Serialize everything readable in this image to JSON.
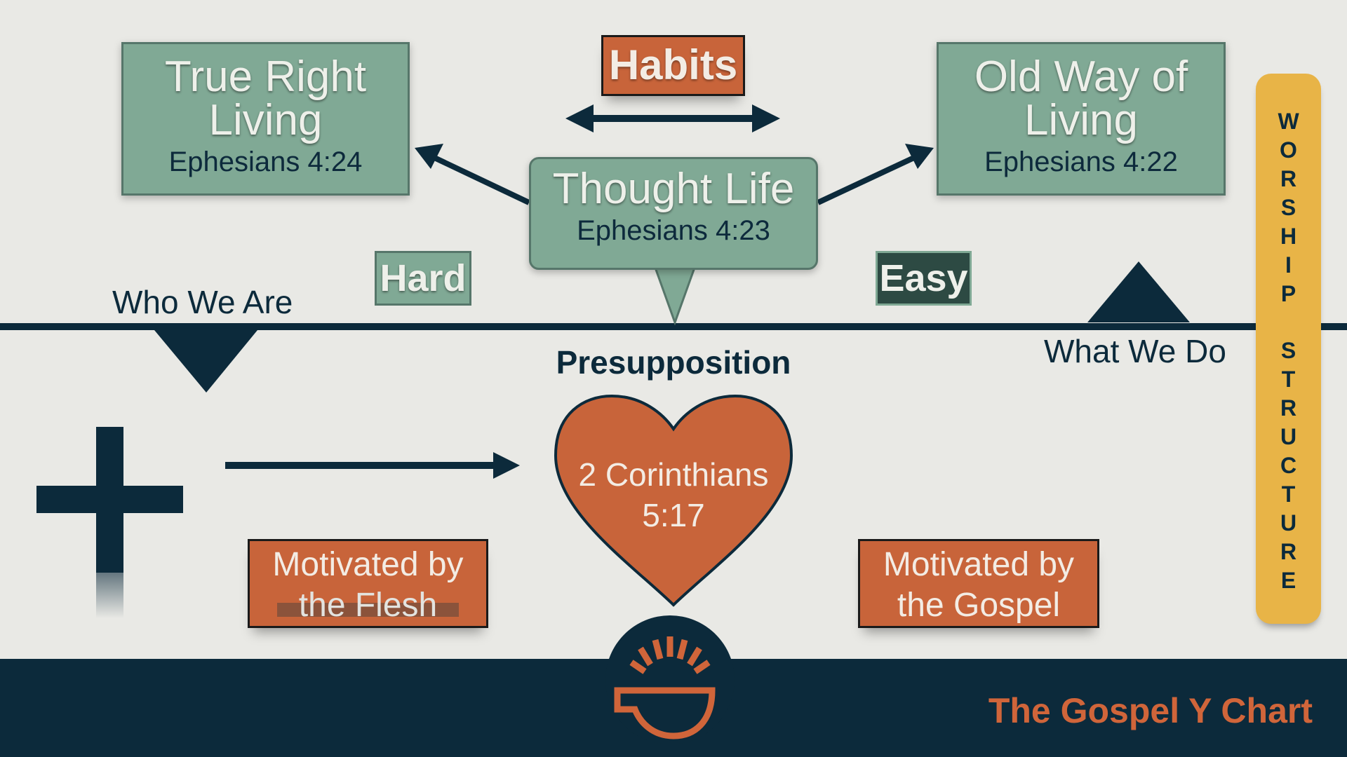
{
  "left_box": {
    "title": "True Right Living",
    "reference": "Ephesians 4:24"
  },
  "right_box": {
    "title": "Old Way of Living",
    "reference": "Ephesians 4:22"
  },
  "center_box": {
    "title": "Thought Life",
    "reference": "Ephesians 4:23"
  },
  "habits": "Habits",
  "hard": "Hard",
  "easy": "Easy",
  "who_we_are": "Who We Are",
  "what_we_do": "What We Do",
  "presupposition": "Presupposition",
  "heart": {
    "line1": "2 Corinthians",
    "line2": "5:17"
  },
  "flesh_box": {
    "line1": "Motivated by",
    "line2": "the Flesh"
  },
  "gospel_box": {
    "line1": "Motivated by",
    "line2": "the Gospel"
  },
  "side_label": {
    "word1": "WORSHIP",
    "word2": "STRUCTURE"
  },
  "footer_title": "The Gospel Y Chart",
  "colors": {
    "navy": "#0c2a3b",
    "green": "#80a995",
    "orange": "#c8643a",
    "gold": "#e8b447",
    "background": "#e9e9e5"
  }
}
